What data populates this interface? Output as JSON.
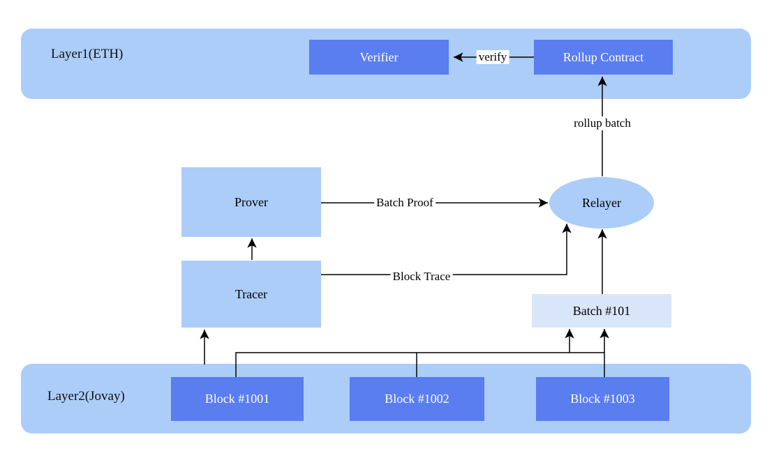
{
  "diagram": {
    "layer1": {
      "label": "Layer1(ETH)"
    },
    "layer2": {
      "label": "Layer2(Jovay)"
    },
    "nodes": {
      "verifier": "Verifier",
      "rollup_contract": "Rollup Contract",
      "prover": "Prover",
      "tracer": "Tracer",
      "relayer": "Relayer",
      "batch": "Batch #101",
      "block1001": "Block #1001",
      "block1002": "Block #1002",
      "block1003": "Block #1003"
    },
    "edges": {
      "verify": "verify",
      "rollup_batch": "rollup batch",
      "batch_proof": "Batch Proof",
      "block_trace": "Block Trace"
    },
    "colors": {
      "band": "#abcdf8",
      "node_dark": "#5a7df0",
      "node_light": "#abcdf8",
      "batch_light": "#d9e6f9",
      "line": "#000000"
    }
  }
}
